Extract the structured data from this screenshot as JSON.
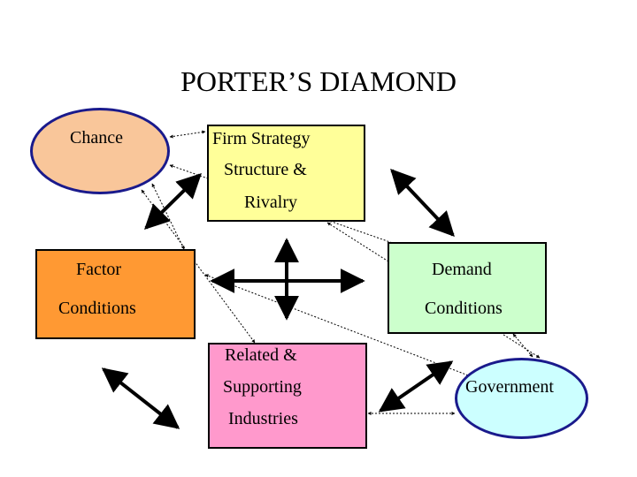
{
  "title": "PORTER’S DIAMOND",
  "nodes": {
    "chance": {
      "label": "Chance",
      "fill": "#f9c69a"
    },
    "firm": {
      "lines": [
        "Firm  Strategy",
        "Structure &",
        "Rivalry"
      ],
      "fill": "#ffff99"
    },
    "factor": {
      "lines": [
        "Factor",
        "Conditions"
      ],
      "fill": "#ff9933"
    },
    "demand": {
      "lines": [
        "Demand",
        "Conditions"
      ],
      "fill": "#ccffcc"
    },
    "related": {
      "lines": [
        "Related &",
        "Supporting",
        "Industries"
      ],
      "fill": "#ff99cc"
    },
    "government": {
      "label": "Government",
      "fill": "#ccffff"
    }
  }
}
